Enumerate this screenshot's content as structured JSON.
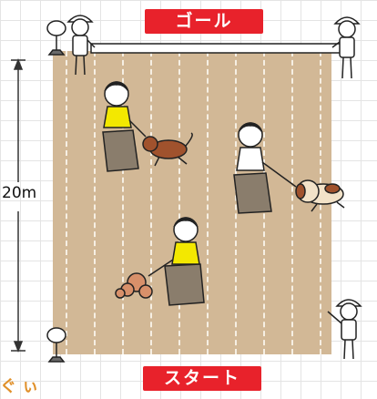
{
  "goal_label": "ゴール",
  "start_label": "スタート",
  "distance_label": "20m",
  "corner_fragment": "ぐ ぃ",
  "colors": {
    "field": "#d2b896",
    "label_red": "#e8222b",
    "shirt_yellow": "#f3e800",
    "dog_brown": "#a0522d",
    "sack": "#8a7d6c",
    "tape": "#ffffff",
    "outline": "#222222"
  },
  "racers": [
    {
      "name": "girl-yellow-top",
      "shirt": "yellow",
      "dog": "brown-dog"
    },
    {
      "name": "girl-white-top",
      "shirt": "white",
      "dog": "puppy"
    },
    {
      "name": "girl-yellow-bottom",
      "shirt": "yellow",
      "dog": "toy-poodle"
    }
  ]
}
